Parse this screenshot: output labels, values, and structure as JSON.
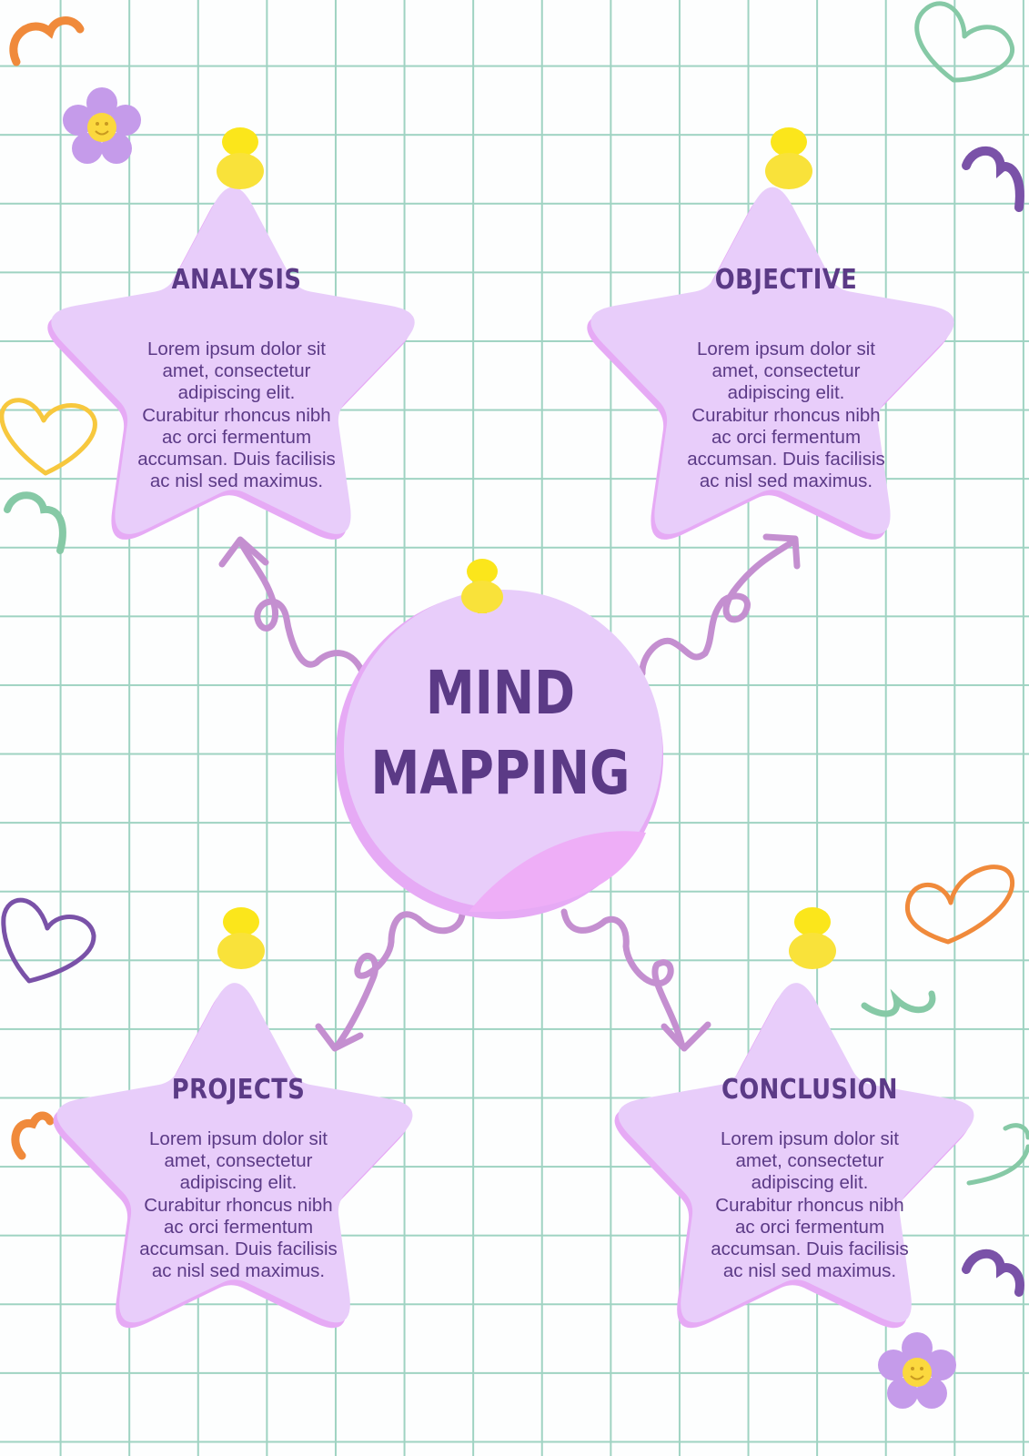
{
  "center": {
    "line1": "MIND",
    "line2": "MAPPING"
  },
  "nodes": [
    {
      "title": "ANALYSIS",
      "lines": [
        "Lorem ipsum dolor sit",
        "amet, consectetur",
        "adipiscing elit.",
        "Curabitur rhoncus nibh",
        "ac orci fermentum",
        "accumsan. Duis facilisis",
        "ac nisl sed maximus."
      ]
    },
    {
      "title": "OBJECTIVE",
      "lines": [
        "Lorem ipsum dolor sit",
        "amet, consectetur",
        "adipiscing elit.",
        "Curabitur rhoncus nibh",
        "ac orci fermentum",
        "accumsan. Duis facilisis",
        "ac nisl sed maximus."
      ]
    },
    {
      "title": "PROJECTS",
      "lines": [
        "Lorem ipsum dolor sit",
        "amet, consectetur",
        "adipiscing elit.",
        "Curabitur rhoncus nibh",
        "ac orci fermentum",
        "accumsan. Duis facilisis",
        "ac nisl sed maximus."
      ]
    },
    {
      "title": "CONCLUSION",
      "lines": [
        "Lorem ipsum dolor sit",
        "amet, consectetur",
        "adipiscing elit.",
        "Curabitur rhoncus nibh",
        "ac orci fermentum",
        "accumsan. Duis facilisis",
        "ac nisl sed maximus."
      ]
    }
  ],
  "colors": {
    "grid": "#9fd3c2",
    "shape_fill": "#e8cdfa",
    "shape_shadow": "#e6aaf5",
    "text": "#5b3a86",
    "arrow": "#c48fd0",
    "pin": "#fbe61b"
  }
}
